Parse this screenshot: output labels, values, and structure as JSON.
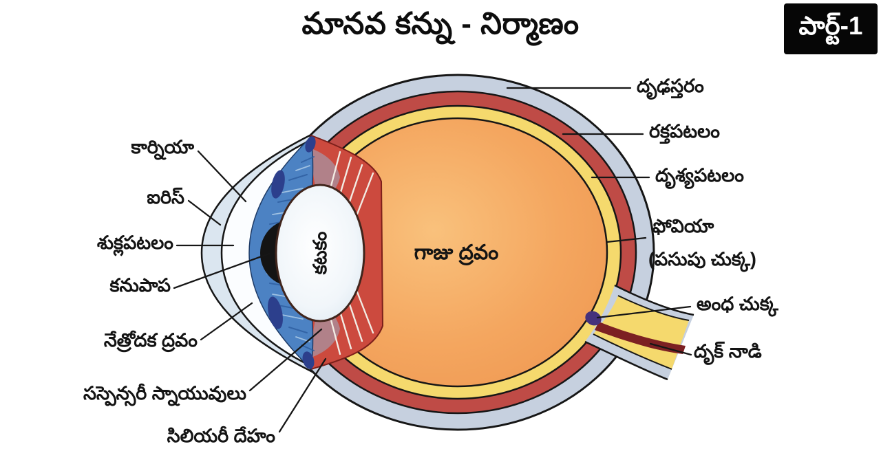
{
  "title": "మానవ కన్ను - నిర్మాణం",
  "badge": "పార్ట్-1",
  "diagram": {
    "center_label": "గాజు ద్రవం",
    "lens_label": "కటకం",
    "left_labels": [
      {
        "id": "cornea",
        "text": "కార్నియా"
      },
      {
        "id": "iris",
        "text": "ఐరిస్"
      },
      {
        "id": "sclera-front",
        "text": "శుక్లపటలం"
      },
      {
        "id": "pupil",
        "text": "కనుపాప"
      },
      {
        "id": "aqueous-humor",
        "text": "నేత్రోదక ద్రవం"
      },
      {
        "id": "suspensory-ligaments",
        "text": "సస్పెన్సరీ స్నాయువులు"
      },
      {
        "id": "ciliary-body",
        "text": "సిలియరీ దేహం"
      }
    ],
    "right_labels": [
      {
        "id": "sclera",
        "text": "దృఢస్తరం"
      },
      {
        "id": "choroid",
        "text": "రక్తపటలం"
      },
      {
        "id": "retina",
        "text": "దృశ్యపటలం"
      },
      {
        "id": "fovea",
        "text": "ఫోవియా",
        "text2": "(పసుపు చుక్క)"
      },
      {
        "id": "blind-spot",
        "text": "అంధ చుక్క"
      },
      {
        "id": "optic-nerve",
        "text": "దృక్ నాడి"
      }
    ],
    "colors": {
      "background": "#ffffff",
      "outline": "#161616",
      "sclera_shell": "#c6d0df",
      "choroid": "#bf4b46",
      "retina": "#f5d96d",
      "vitreous": "#f4a65f",
      "cornea_shell": "#dbe6f0",
      "aqueous": "#fbfdff",
      "ciliary_red": "#cc4a3e",
      "iris_blue": "#4c82c3",
      "pupil_black": "#141414",
      "lens_fill": "#eef4f9",
      "optic_nerve_stripe": "#7c2022",
      "blind_spot_blue": "#45317c",
      "badge_bg": "#060606",
      "badge_text": "#ffffff"
    }
  }
}
